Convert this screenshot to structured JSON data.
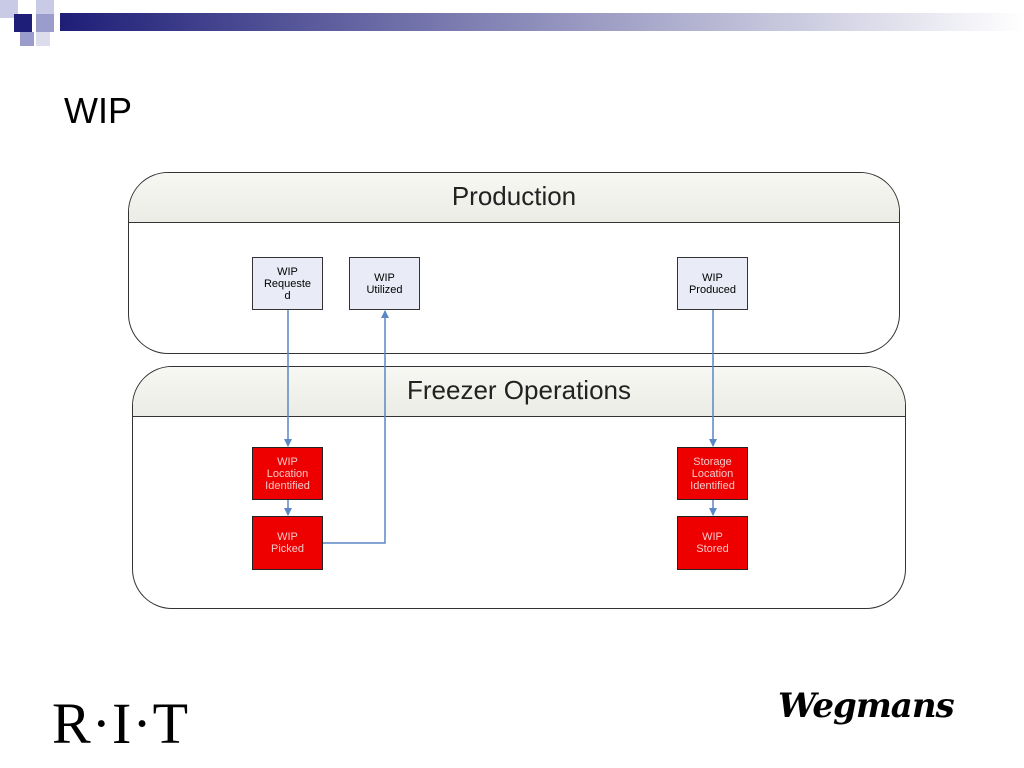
{
  "slide": {
    "title": "WIP"
  },
  "lanes": {
    "production": {
      "title": "Production"
    },
    "freezer": {
      "title": "Freezer Operations"
    }
  },
  "nodes": {
    "wip_requested": "WIP\nRequeste\nd",
    "wip_utilized": "WIP\nUtilized",
    "wip_produced": "WIP\nProduced",
    "wip_location_identified": "WIP\nLocation\nIdentified",
    "wip_picked": "WIP\nPicked",
    "storage_location_identified": "Storage\nLocation\nIdentified",
    "wip_stored": "WIP\nStored"
  },
  "connections": [
    {
      "from": "WIP Requested",
      "to": "WIP Location Identified"
    },
    {
      "from": "WIP Location Identified",
      "to": "WIP Picked"
    },
    {
      "from": "WIP Picked",
      "to": "WIP Utilized"
    },
    {
      "from": "WIP Produced",
      "to": "Storage Location Identified"
    },
    {
      "from": "Storage Location Identified",
      "to": "WIP Stored"
    }
  ],
  "logos": {
    "left": "R·I·T",
    "right": "Wegmans"
  },
  "colors": {
    "accent_navy": "#1e1e78",
    "process_light": "#e9ecf6",
    "process_red": "#ee0000",
    "connector": "#5b87c5"
  }
}
